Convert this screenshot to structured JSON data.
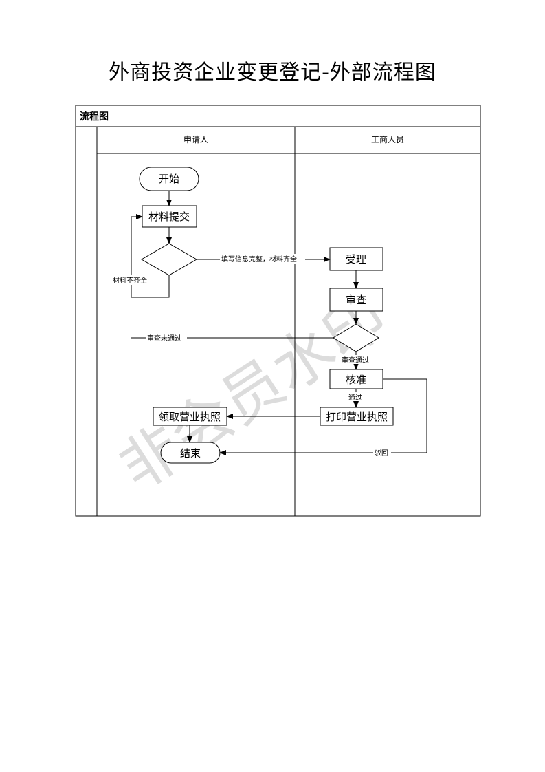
{
  "title": "外商投资企业变更登记-外部流程图",
  "section_label": "流程图",
  "lanes": {
    "applicant": "申请人",
    "officer": "工商人员"
  },
  "nodes": {
    "start": "开始",
    "submit": "材料提交",
    "accept": "受理",
    "review": "审查",
    "approve": "核准",
    "print": "打印营业执照",
    "collect": "领取营业执照",
    "end": "结束"
  },
  "edge_labels": {
    "complete": "填写信息完整，材料齐全",
    "incomplete": "材料不齐全",
    "review_fail": "审查未通过",
    "review_pass": "审查通过",
    "approve_pass": "通过",
    "reject": "驳回"
  },
  "watermark": "非会员水印"
}
